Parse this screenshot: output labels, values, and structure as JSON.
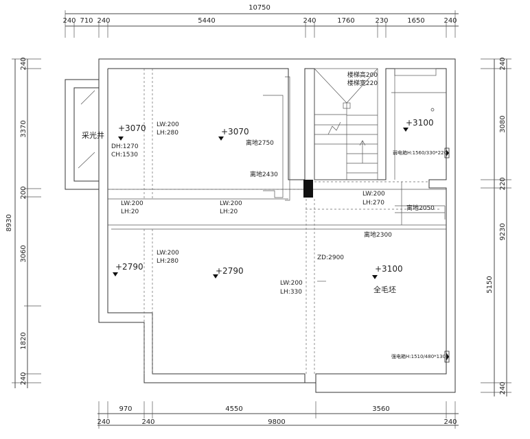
{
  "dims": {
    "top_total": "10750",
    "top": [
      "240",
      "710",
      "240",
      "5440",
      "240",
      "1760",
      "230",
      "1650",
      "240"
    ],
    "bottom_total": "9800",
    "bottom": [
      "240",
      "970",
      "240",
      "4550",
      "3560",
      "240"
    ],
    "left_total": "8930",
    "left": [
      "240",
      "3370",
      "200",
      "3060",
      "1820",
      "240"
    ],
    "right_total": "9230",
    "right": [
      "240",
      "3080",
      "220",
      "5150",
      "240"
    ]
  },
  "levels": {
    "a": "+3070",
    "b": "+3070",
    "c": "+3100",
    "d": "+2790",
    "e": "+2790",
    "f": "+3100"
  },
  "labels": {
    "light_well": "采光井",
    "finish": "全毛坯",
    "stair_height": "楼梯高200",
    "stair_width": "楼梯宽220",
    "height_2750": "离地2750",
    "height_2430": "离地2430",
    "height_2050": "离地2050",
    "height_2300": "离地2300",
    "zd": "ZD:2900",
    "weak_box": "弱电箱H:1560/330*220",
    "strong_box": "强电箱H:1510/480*130"
  },
  "openings": {
    "dh": "DH:1270",
    "ch": "CH:1530",
    "o1_lw": "LW:200",
    "o1_lh": "LH:280",
    "o2_lw": "LW:200",
    "o2_lh": "LH:20",
    "o3_lw": "LW:200",
    "o3_lh": "LH:20",
    "o4_lw": "LW:200",
    "o4_lh": "LH:270",
    "o5_lw": "LW:200",
    "o5_lh": "LH:280",
    "o6_lw": "LW:200",
    "o6_lh": "LH:330"
  }
}
